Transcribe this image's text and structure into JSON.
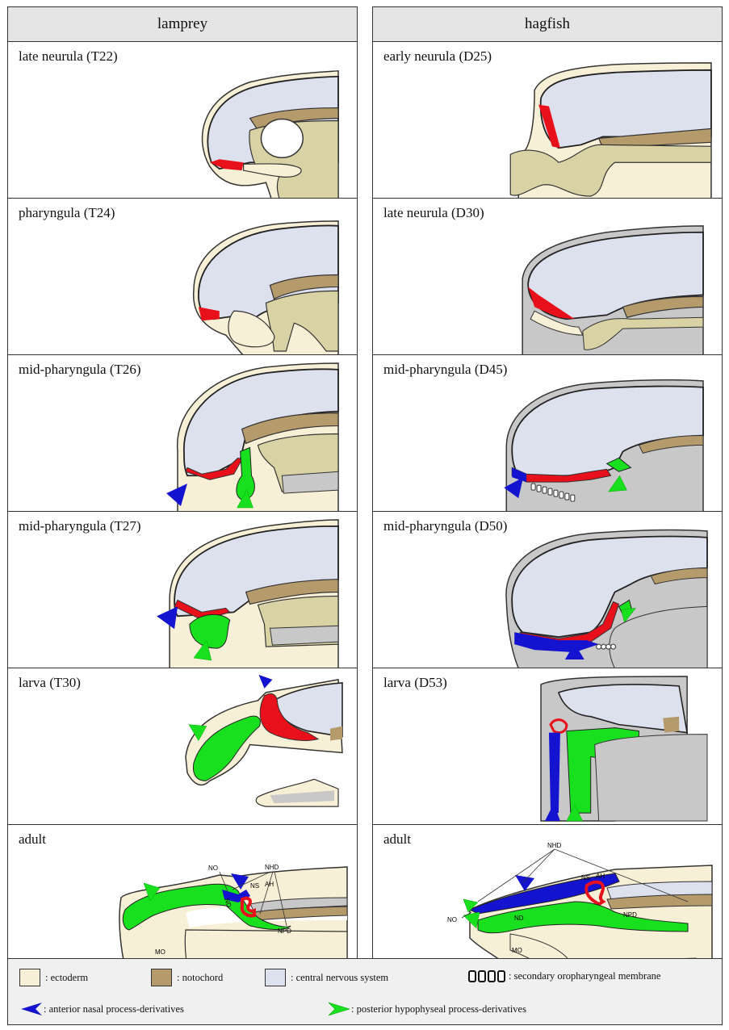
{
  "columns": {
    "left": {
      "title": "lamprey",
      "panels": [
        "late neurula (T22)",
        "pharyngula (T24)",
        "mid-pharyngula (T26)",
        "mid-pharyngula (T27)",
        "larva (T30)",
        "adult"
      ]
    },
    "right": {
      "title": "hagfish",
      "panels": [
        "early neurula (D25)",
        "late neurula (D30)",
        "mid-pharyngula (D45)",
        "mid-pharyngula (D50)",
        "larva (D53)",
        "adult"
      ]
    }
  },
  "adult_labels": {
    "lamprey": {
      "nhd": "NHD",
      "no": "NO",
      "ns": "NS",
      "ah": "AH",
      "nd": "ND",
      "npd": "NPD",
      "mo": "MO"
    },
    "hagfish": {
      "nhd": "NHD",
      "no": "NO",
      "ns": "NS",
      "ah": "AH",
      "nd": "ND",
      "npd": "NPD",
      "mo": "MO"
    }
  },
  "legend": {
    "ectoderm": ": ectoderm",
    "notochord": ": notochord",
    "cns": ": central nervous system",
    "som": ": secondary oropharyngeal membrane",
    "anterior": ": anterior nasal process-derivatives",
    "posterior": ": posterior hypophyseal process-derivatives"
  },
  "colors": {
    "ectoderm": "#f8f0d6",
    "notochord": "#b59a6c",
    "cns": "#dde1ee",
    "endoderm": "#d8d2a4",
    "grey_tissue": "#c8c8c8",
    "red": "#e8101a",
    "blue": "#1414d0",
    "green": "#19e01e"
  },
  "icons": {
    "anterior_arrow": "blue-arrowhead-icon",
    "posterior_arrow": "green-arrowhead-icon"
  }
}
